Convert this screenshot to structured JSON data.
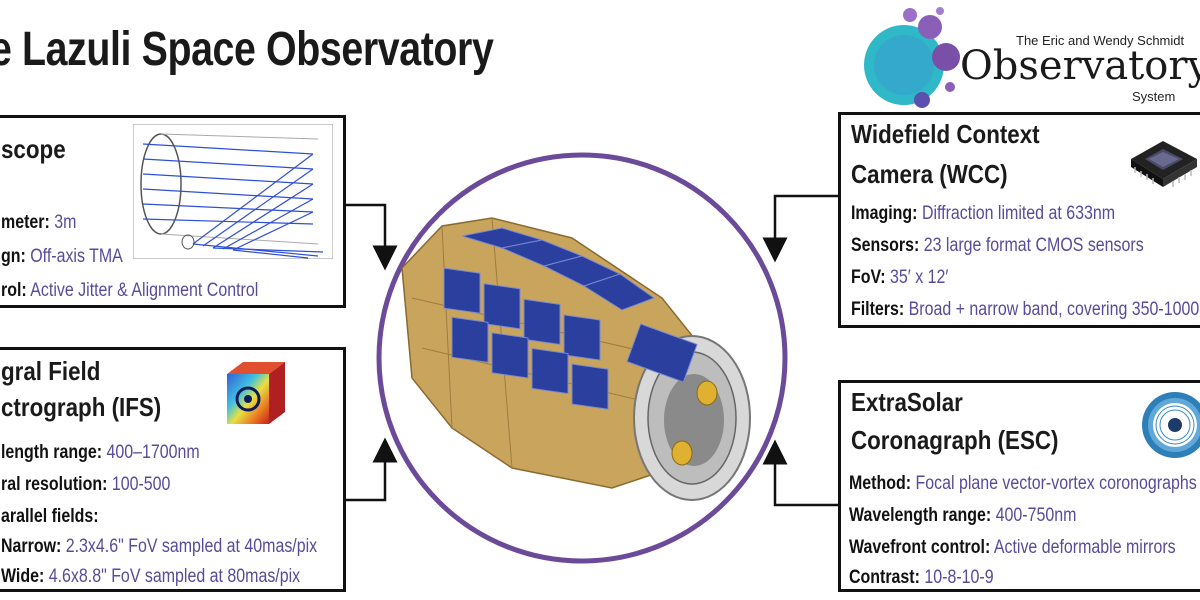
{
  "title": "e Lazuli Space Observatory",
  "logo": {
    "tagline": "The Eric and Wendy Schmidt",
    "word": "Observatory",
    "sub": "System",
    "colors": [
      "#2fb8c8",
      "#7a4fa8",
      "#5a9fd8"
    ]
  },
  "telescope": {
    "header": "scope",
    "rows": [
      {
        "label": "meter:",
        "value": "3m"
      },
      {
        "label": "gn:",
        "value": "Off-axis TMA"
      },
      {
        "label": "rol:",
        "value": "Active Jitter & Alignment Control"
      }
    ]
  },
  "ifs": {
    "header_line1": "gral Field",
    "header_line2": "ctrograph (IFS)",
    "rows": [
      {
        "label": "length range:",
        "value": "400–1700nm"
      },
      {
        "label": "ral resolution:",
        "value": "100-500"
      },
      {
        "label": "arallel fields:",
        "value": ""
      },
      {
        "label": "Narrow:",
        "value": "2.3x4.6\" FoV sampled at 40mas/pix"
      },
      {
        "label": "Wide:",
        "value": "4.6x8.8\" FoV sampled at 80mas/pix"
      }
    ]
  },
  "wcc": {
    "header_line1": "Widefield Context",
    "header_line2": "Camera (WCC)",
    "rows": [
      {
        "label": "Imaging:",
        "value": "Diffraction limited at 633nm"
      },
      {
        "label": "Sensors:",
        "value": "23 large format CMOS sensors"
      },
      {
        "label": "FoV:",
        "value": "35′ x 12′"
      },
      {
        "label": "Filters:",
        "value": "Broad + narrow band, covering 350-1000"
      }
    ]
  },
  "esc": {
    "header_line1": "ExtraSolar",
    "header_line2": "Coronagraph (ESC)",
    "rows": [
      {
        "label": "Method:",
        "value": "Focal plane vector-vortex coronographs"
      },
      {
        "label": "Wavelength range:",
        "value": "400-750nm"
      },
      {
        "label": "Wavefront control:",
        "value": "Active deformable mirrors"
      },
      {
        "label": "Contrast:",
        "value": "10-8-10-9"
      }
    ]
  },
  "colors": {
    "value_text": "#5a4a9a",
    "circle": "#6b4a9a",
    "gold": "#c9a45c",
    "panel": "#2a3f9e"
  }
}
